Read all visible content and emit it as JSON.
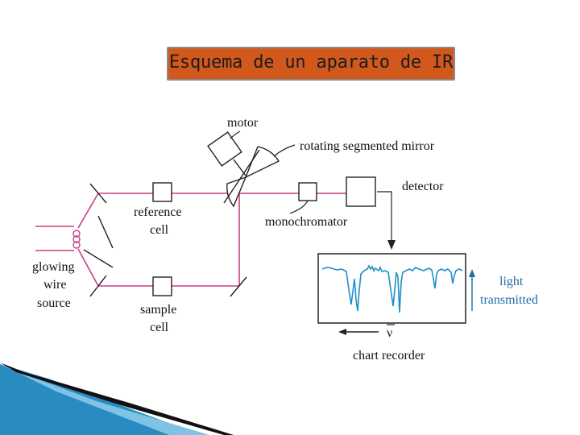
{
  "title": "Esquema de un aparato de IR",
  "labels": {
    "motor": "motor",
    "mirror": "rotating segmented mirror",
    "detector": "detector",
    "reference_1": "reference",
    "reference_2": "cell",
    "monochromator": "monochromator",
    "source_1": "glowing",
    "source_2": "wire",
    "source_3": "source",
    "sample_1": "sample",
    "sample_2": "cell",
    "light_1": "light",
    "light_2": "transmitted",
    "nu": "ν",
    "chart_recorder": "chart recorder"
  },
  "colors": {
    "beam": "#cc3d86",
    "trace": "#1e90c8",
    "title_bg": "#d2581c",
    "light_text": "#1e6fa5"
  }
}
